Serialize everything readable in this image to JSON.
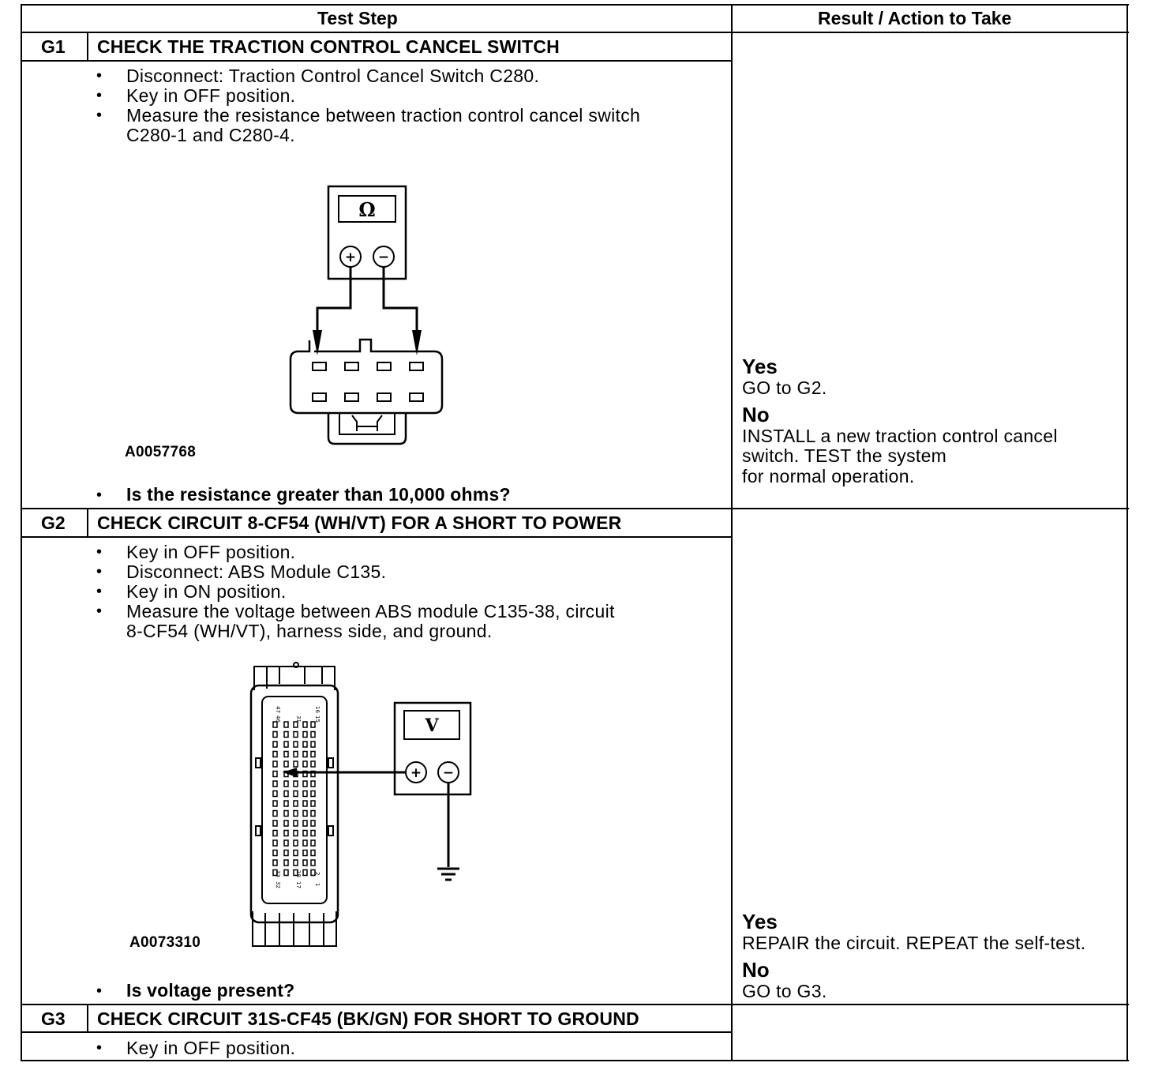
{
  "header": {
    "col_step": "Test Step",
    "col_result": "Result / Action to Take"
  },
  "steps": [
    {
      "id": "G1",
      "title": "CHECK THE TRACTION CONTROL CANCEL SWITCH",
      "bullets": [
        "Disconnect: Traction Control Cancel Switch C280.",
        "Key in OFF position.",
        "Measure the resistance between traction control cancel switch",
        "C280-1 and C280-4."
      ],
      "figure": {
        "id": "A0057768",
        "meter_symbol": "Ω",
        "plus": "+",
        "minus": "−"
      },
      "question": "Is the resistance greater than 10,000 ohms?",
      "yes_label": "Yes",
      "yes_action": "GO to G2.",
      "no_label": "No",
      "no_action": [
        "INSTALL a new traction control cancel",
        "switch. TEST the system",
        "for normal operation."
      ]
    },
    {
      "id": "G2",
      "title": "CHECK CIRCUIT 8-CF54 (WH/VT) FOR A SHORT TO POWER",
      "bullets": [
        "Key in OFF position.",
        "Disconnect: ABS Module C135.",
        "Key in ON position.",
        "Measure the voltage between ABS module C135-38, circuit",
        "8-CF54 (WH/VT), harness side, and ground."
      ],
      "figure": {
        "id": "A0073310",
        "meter_symbol": "V",
        "plus": "+",
        "minus": "−",
        "pin_labels": [
          "47",
          "46",
          "31",
          "16",
          "15",
          "33",
          "32",
          "18",
          "17",
          "2",
          "1"
        ]
      },
      "question": "Is voltage present?",
      "yes_label": "Yes",
      "yes_action": "REPAIR the circuit. REPEAT the self-test.",
      "no_label": "No",
      "no_action": "GO to G3."
    },
    {
      "id": "G3",
      "title": "CHECK CIRCUIT 31S-CF45 (BK/GN) FOR SHORT TO GROUND",
      "bullets": [
        "Key in OFF position."
      ]
    }
  ],
  "colors": {
    "ink": "#000000",
    "paper": "#ffffff"
  }
}
